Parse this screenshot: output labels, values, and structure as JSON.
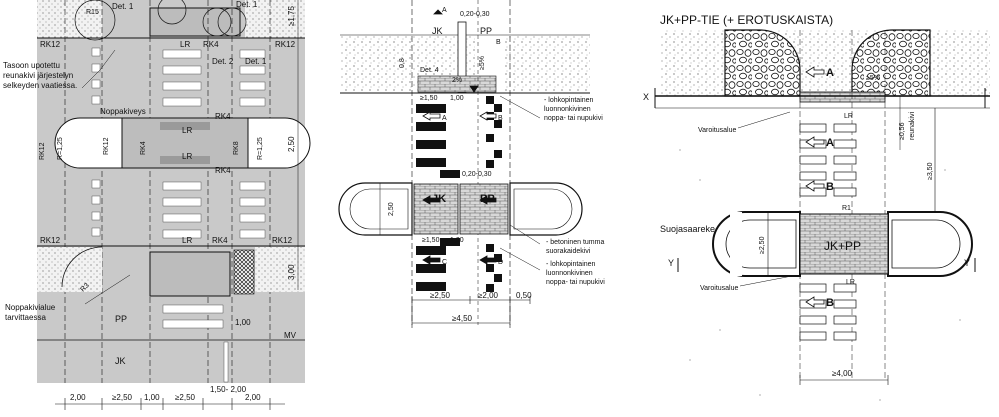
{
  "panel1": {
    "top_labels": {
      "r15": "R15",
      "det1_tl": "Det. 1",
      "det1_tr": "Det. 1",
      "det2": "Det. 2",
      "det1_r": "Det. 1"
    },
    "curb_labels": {
      "rk12_a": "RK12",
      "rk12_b": "RK12",
      "lr_top": "LR",
      "rk4_top": "RK4",
      "rk4_mid": "RK4",
      "rk8": "RK8",
      "rk12_c": "RK12",
      "rk12_d": "RK12",
      "lr_mid": "LR",
      "rk4_mid2": "RK4",
      "r125_l": "R=1,25",
      "r125_r": "R=1,25",
      "lr_low": "LR",
      "rk4_low": "RK4",
      "rk12_e": "RK12",
      "rk12_f": "RK12",
      "lr_bot": "LR",
      "rk4_bot": "RK4",
      "r3": "R3"
    },
    "note_tasoon": [
      "Tasoon upotettu",
      "reunakivi järjestelyn",
      "selkeyden vaatiessa."
    ],
    "noppakiveys": "Noppakiveys",
    "note_nopp": [
      "Noppakivialue",
      "tarvittaessa"
    ],
    "pp": "PP",
    "jk": "JK",
    "mv": "MV",
    "dim_100": "1,00",
    "dim_175": "≥1,75",
    "dim_250": "2,50",
    "dim_300": "3,00",
    "bottom_dims": [
      "2,00",
      "≥2,50",
      "1,00",
      "≥2,50",
      "1,50-\n2,00",
      "2,00"
    ]
  },
  "panel2": {
    "jk": "JK",
    "pp": "PP",
    "dim_top": "0,20-0,30",
    "dim_08": "0,8",
    "det4": "Det. 4",
    "dim_2": "2%",
    "dim_5": "≥5%",
    "dim_150": "≥1,50",
    "dim_100": "1,00",
    "arrow_a1": "A",
    "arrow_b1": "B",
    "arrow_a2": "A",
    "arrow_b2": "B",
    "note_top": [
      "- lohkopintainen",
      "luonnonkivinen",
      "noppa- tai nupukivi"
    ],
    "dim_mid": "0,20-0,30",
    "dim_250": "2,50",
    "jk_island": "JK",
    "pp_island": "PP",
    "dim_lo_150": "≥1,50",
    "dim_lo_100": "1,00",
    "arrow_c": "C",
    "arrow_d": "D",
    "note_mid": [
      "- betoninen tumma",
      "suorakaidekivi"
    ],
    "note_bot": [
      "- lohkopintainen",
      "luonnonkivinen",
      "noppa- tai nupukivi"
    ],
    "bottom_dims": [
      "≥2,50",
      "≥2,00",
      "0,50"
    ],
    "total_dim": "≥4,50"
  },
  "panel3": {
    "title": "JK+PP-TIE  (+ EROTUSKAISTA)",
    "x_label": "X",
    "arrow_a_top": "A",
    "slope": "≥5%",
    "lr": "LR",
    "varoitusalue_top": "Varoitusalue",
    "dim_056": "≥0,56",
    "reunakivi": "reunakivi",
    "arrow_a_mid": "A",
    "arrow_b": "B",
    "dim_350": "≥3,50",
    "r1": "R1",
    "suojasaareke": "Suojasaareke",
    "y_left": "Y",
    "y_right": "Y",
    "dim_250": "≥2,50",
    "island_label": "JK+PP",
    "varoitusalue_bot": "Varoitusalue",
    "lr_bot": "LR",
    "arrow_b_bot": "B",
    "dim_400": "≥4,00"
  }
}
